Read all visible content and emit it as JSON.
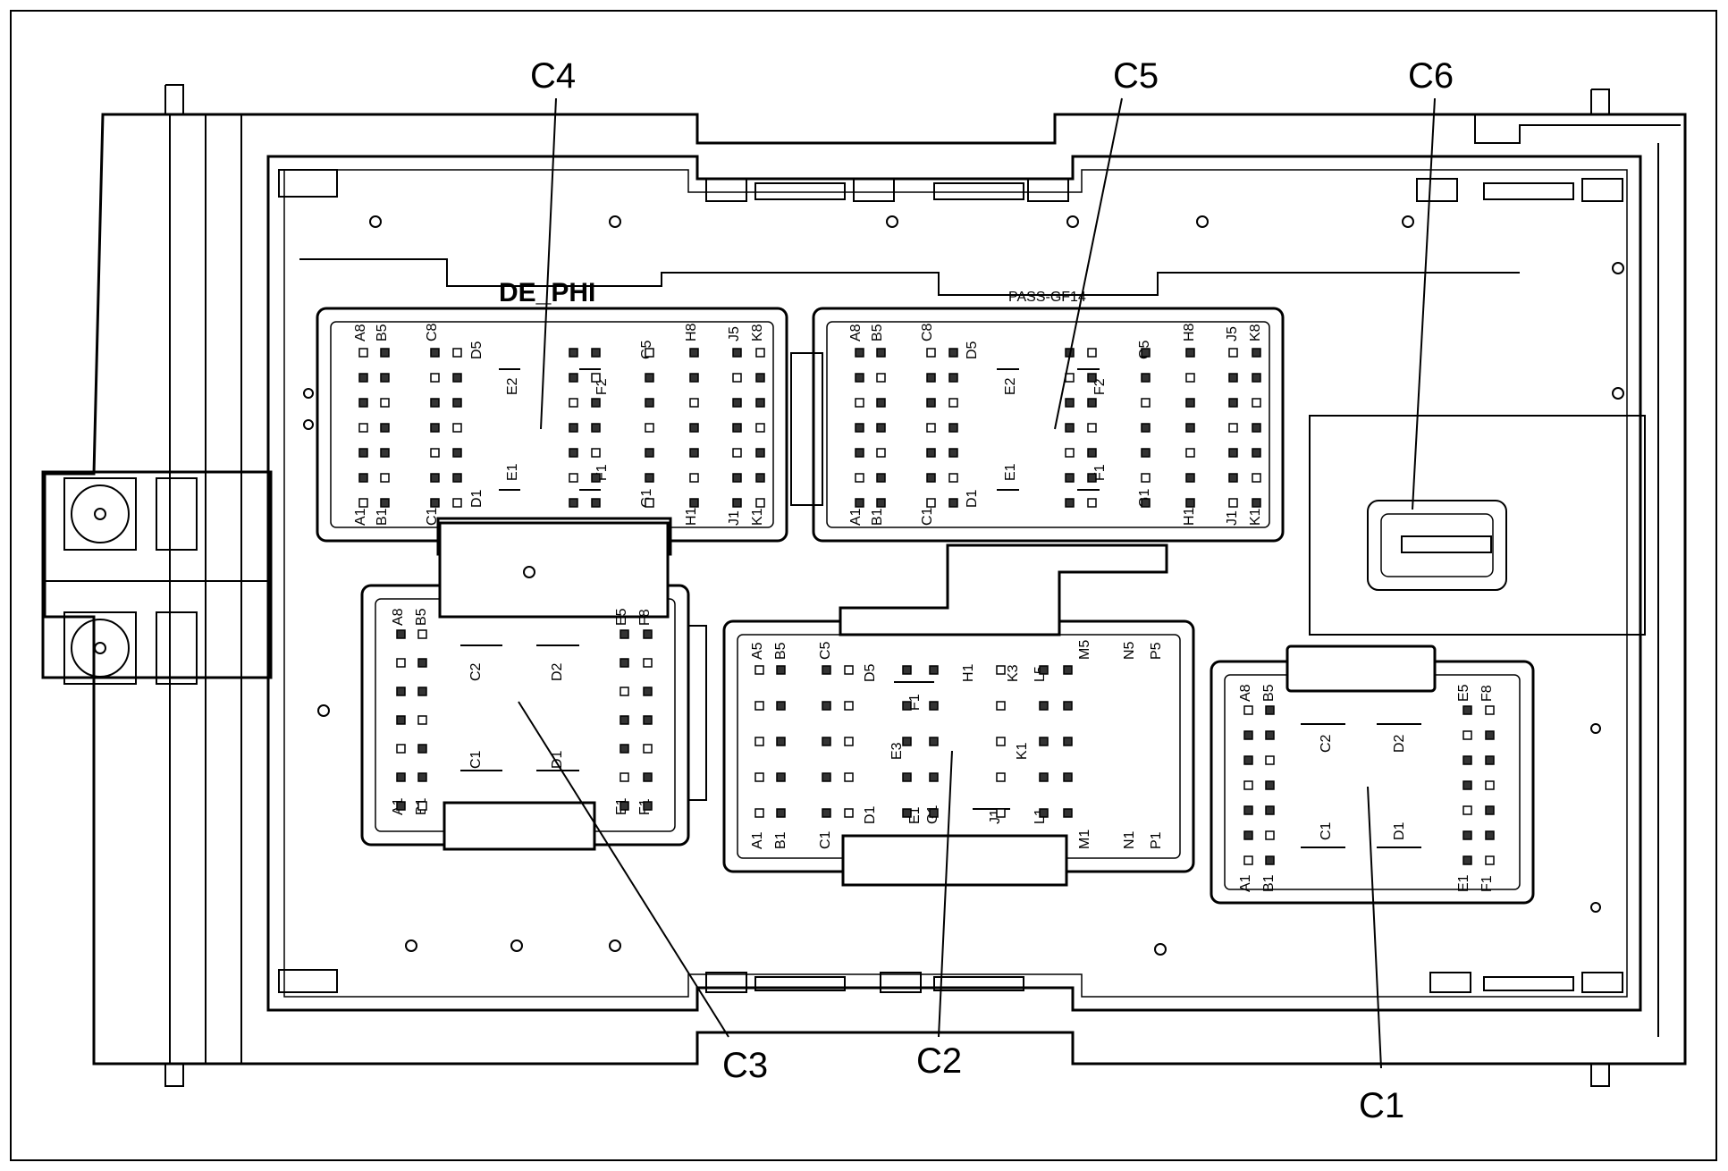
{
  "brand": "DE_PHI",
  "part_text": "PASS-GF14",
  "callouts": {
    "c1": "C1",
    "c2": "C2",
    "c3": "C3",
    "c4": "C4",
    "c5": "C5",
    "c6": "C6"
  },
  "pins": {
    "c4": [
      "A8",
      "B5",
      "C8",
      "D5",
      "E2",
      "F2",
      "G5",
      "H8",
      "J5",
      "K8",
      "E1",
      "F1",
      "A1",
      "B1",
      "C1",
      "D1",
      "G1",
      "H1",
      "J1",
      "K1"
    ],
    "c5": [
      "A8",
      "B5",
      "C8",
      "D5",
      "E2",
      "F2",
      "G5",
      "H8",
      "J5",
      "K8",
      "E1",
      "F1",
      "A1",
      "B1",
      "C1",
      "D1",
      "G1",
      "H1",
      "J1",
      "K1"
    ],
    "c3": [
      "A8",
      "B5",
      "C2",
      "D2",
      "E5",
      "F8",
      "C1",
      "D1",
      "A1",
      "B1",
      "E1",
      "F1"
    ],
    "c2": [
      "A5",
      "B5",
      "C5",
      "D5",
      "F1",
      "H1",
      "K3",
      "L5",
      "M5",
      "N5",
      "P5",
      "E3",
      "K1",
      "J1",
      "A1",
      "B1",
      "C1",
      "D1",
      "E1",
      "G1",
      "L1",
      "M1",
      "N1",
      "P1"
    ],
    "c1": [
      "A8",
      "B5",
      "C2",
      "D2",
      "E5",
      "F8",
      "C1",
      "D1",
      "A1",
      "B1",
      "E1",
      "F1"
    ]
  }
}
